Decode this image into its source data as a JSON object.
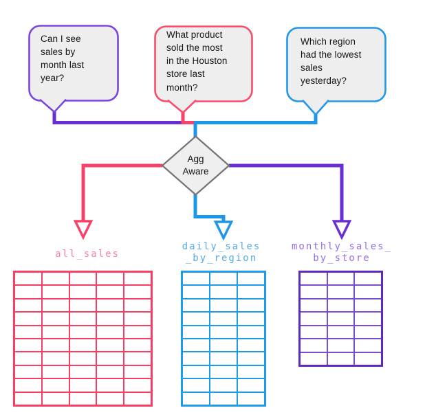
{
  "diagram": {
    "bubbles": [
      {
        "id": "question-1",
        "text": "Can I see\nsales by\nmonth last\nyear?",
        "border_color": "#7a46e0"
      },
      {
        "id": "question-2",
        "text": "What product\nsold the most\nin the Houston\nstore last\nmonth?",
        "border_color": "#f94a6e"
      },
      {
        "id": "question-3",
        "text": "Which region\nhad the lowest\nsales\nyesterday?",
        "border_color": "#2196ea"
      }
    ],
    "decision": {
      "label": "Agg\nAware",
      "fill": "#f0efef",
      "border_color": "#757575"
    },
    "tables": [
      {
        "id": "all-sales",
        "label": "all_sales",
        "columns": 5,
        "rows": 10,
        "border_color": "#f83e63",
        "label_color": "#fb82a6"
      },
      {
        "id": "daily-sales-by-region",
        "label": "daily_sales\n_by_region",
        "columns": 3,
        "rows": 10,
        "border_color": "#1e9ae8",
        "label_color": "#55abe8"
      },
      {
        "id": "monthly-sales-by-store",
        "label": "monthly_sales_\nby_store",
        "columns": 3,
        "rows": 7,
        "border_color": "#5c2abc",
        "grid_color": "#7b4cd0",
        "label_color": "#9770e2"
      }
    ],
    "connector_colors": {
      "purple": "#6a2fd4",
      "pink": "#f9426a",
      "blue": "#1e97e8"
    }
  }
}
